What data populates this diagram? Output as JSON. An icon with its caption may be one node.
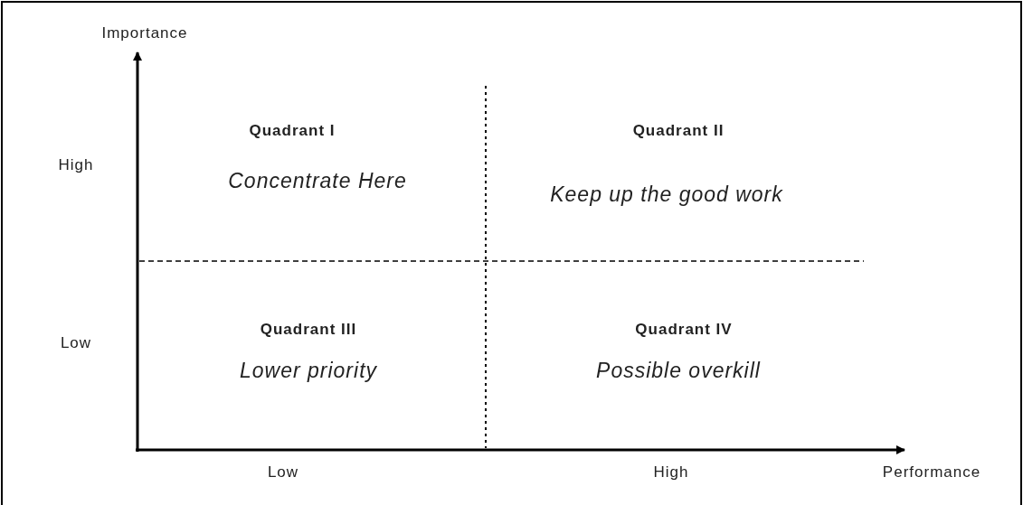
{
  "diagram": {
    "labels": [
      "Importance",
      "High",
      "Quadrant I",
      "Concentrate Here",
      "Quadrant II",
      "Keep up the good work",
      "Low",
      "Quadrant III",
      "Lower priority",
      "Quadrant IV",
      "Possible overkill",
      "Low",
      "High",
      "Performance"
    ]
  }
}
